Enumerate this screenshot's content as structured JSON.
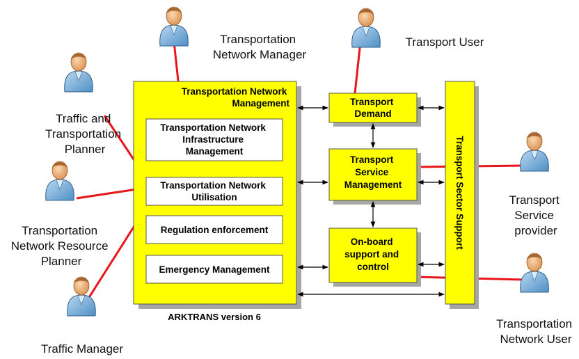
{
  "actors": {
    "network_manager": [
      "Transportation",
      "Network Manager"
    ],
    "transport_user": [
      "Transport User"
    ],
    "traffic_planner": [
      "Traffic and",
      "Transportation",
      "Planner"
    ],
    "resource_planner": [
      "Transportation",
      "Network Resource",
      "Planner"
    ],
    "traffic_manager": [
      "Traffic Manager"
    ],
    "service_provider": [
      "Transport",
      "Service",
      "provider"
    ],
    "network_user": [
      "Transportation",
      "Network User"
    ]
  },
  "boxes": {
    "network_management": [
      "Transportation Network",
      "Management"
    ],
    "infrastructure_mgmt": [
      "Transportation Network",
      "Infrastructure",
      "Management"
    ],
    "utilisation": [
      "Transportation Network",
      "Utilisation"
    ],
    "regulation": [
      "Regulation enforcement"
    ],
    "emergency": [
      "Emergency Management"
    ],
    "demand": [
      "Transport",
      "Demand"
    ],
    "service_mgmt": [
      "Transport",
      "Service",
      "Management"
    ],
    "onboard": [
      "On-board",
      "support and",
      "control"
    ],
    "sector_support": [
      "Transport Sector Support"
    ]
  },
  "caption": "ARKTRANS version 6",
  "colors": {
    "box": "#ffff00",
    "connector": "#e8151b",
    "person_body": "#7fb2dc",
    "person_head": "#f2b57a"
  }
}
